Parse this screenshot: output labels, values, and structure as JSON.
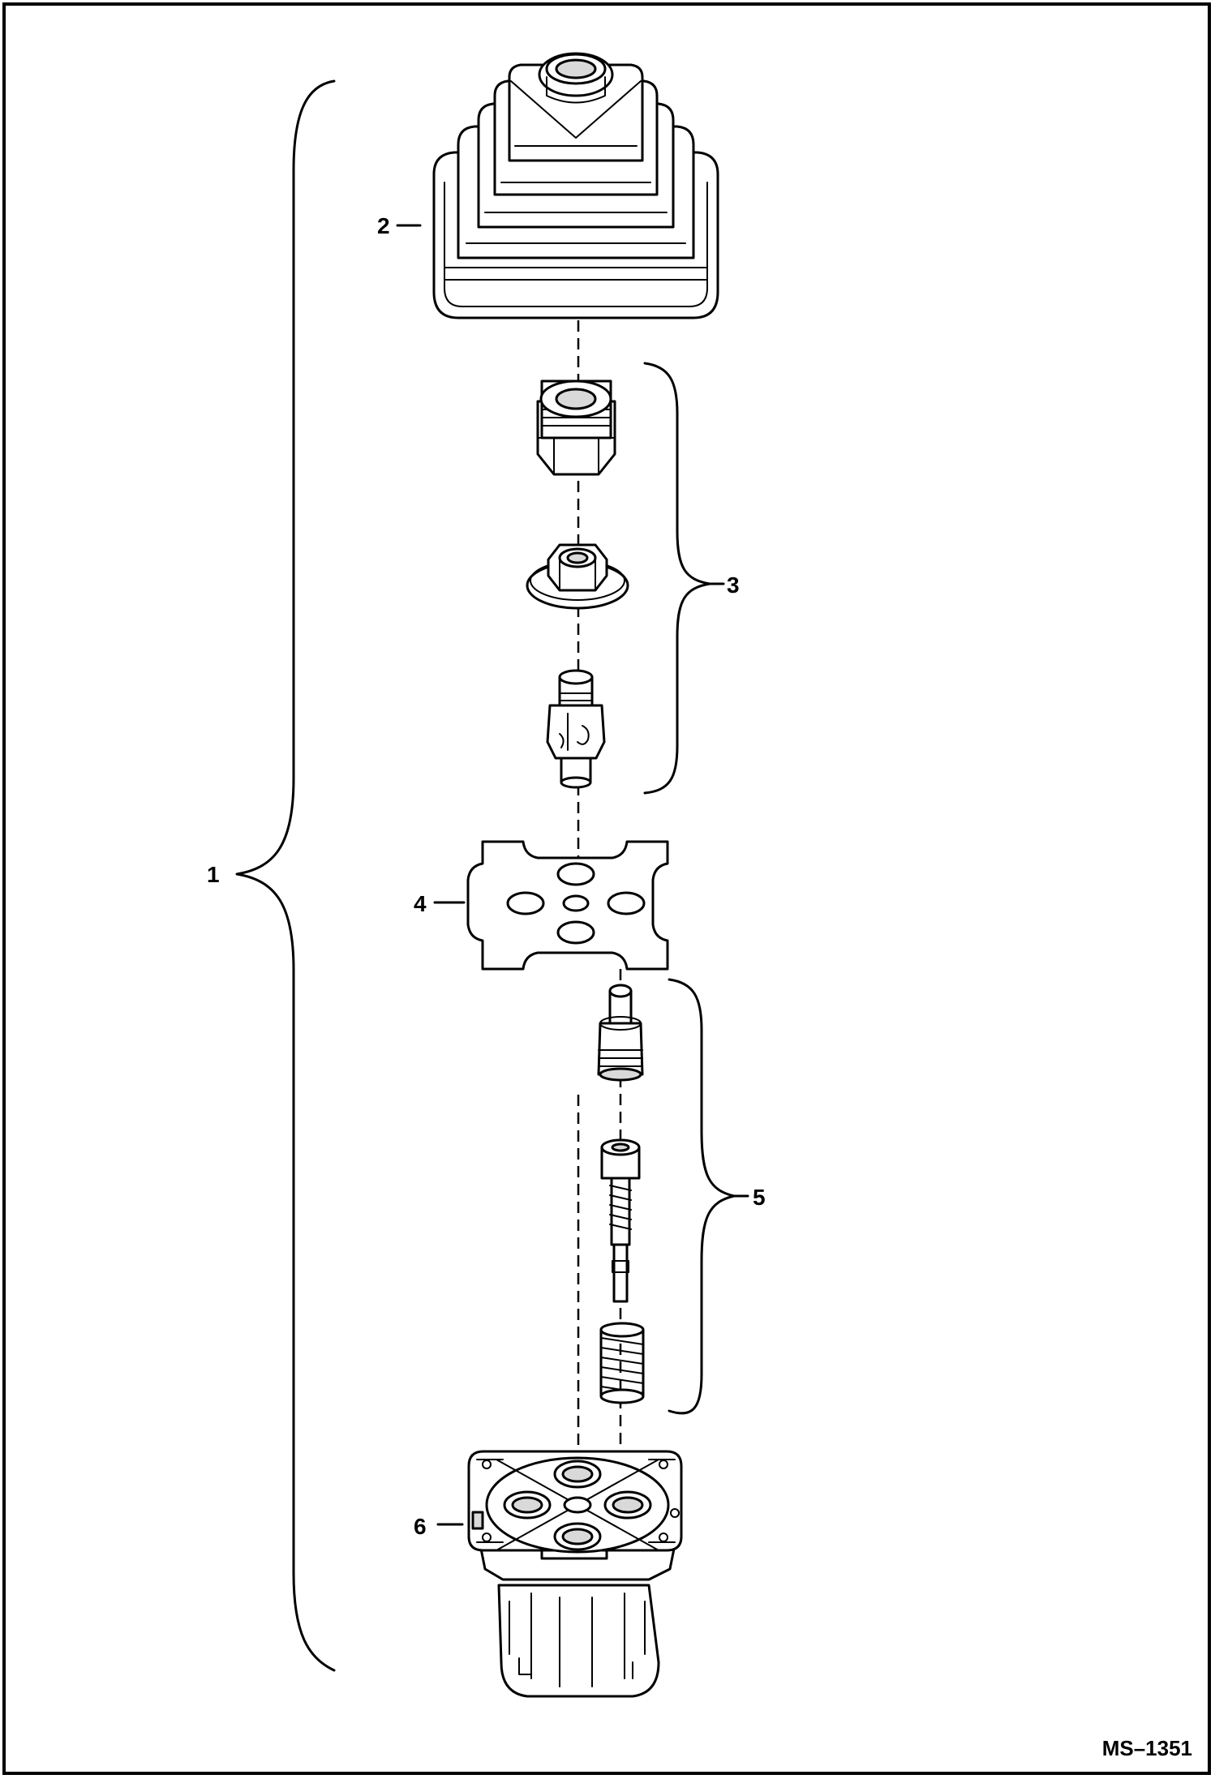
{
  "diagram": {
    "callouts": [
      {
        "id": "1",
        "label": "1"
      },
      {
        "id": "2",
        "label": "2"
      },
      {
        "id": "3",
        "label": "3"
      },
      {
        "id": "4",
        "label": "4"
      },
      {
        "id": "5",
        "label": "5"
      },
      {
        "id": "6",
        "label": "6"
      }
    ],
    "drawing_code": "MS–1351"
  }
}
